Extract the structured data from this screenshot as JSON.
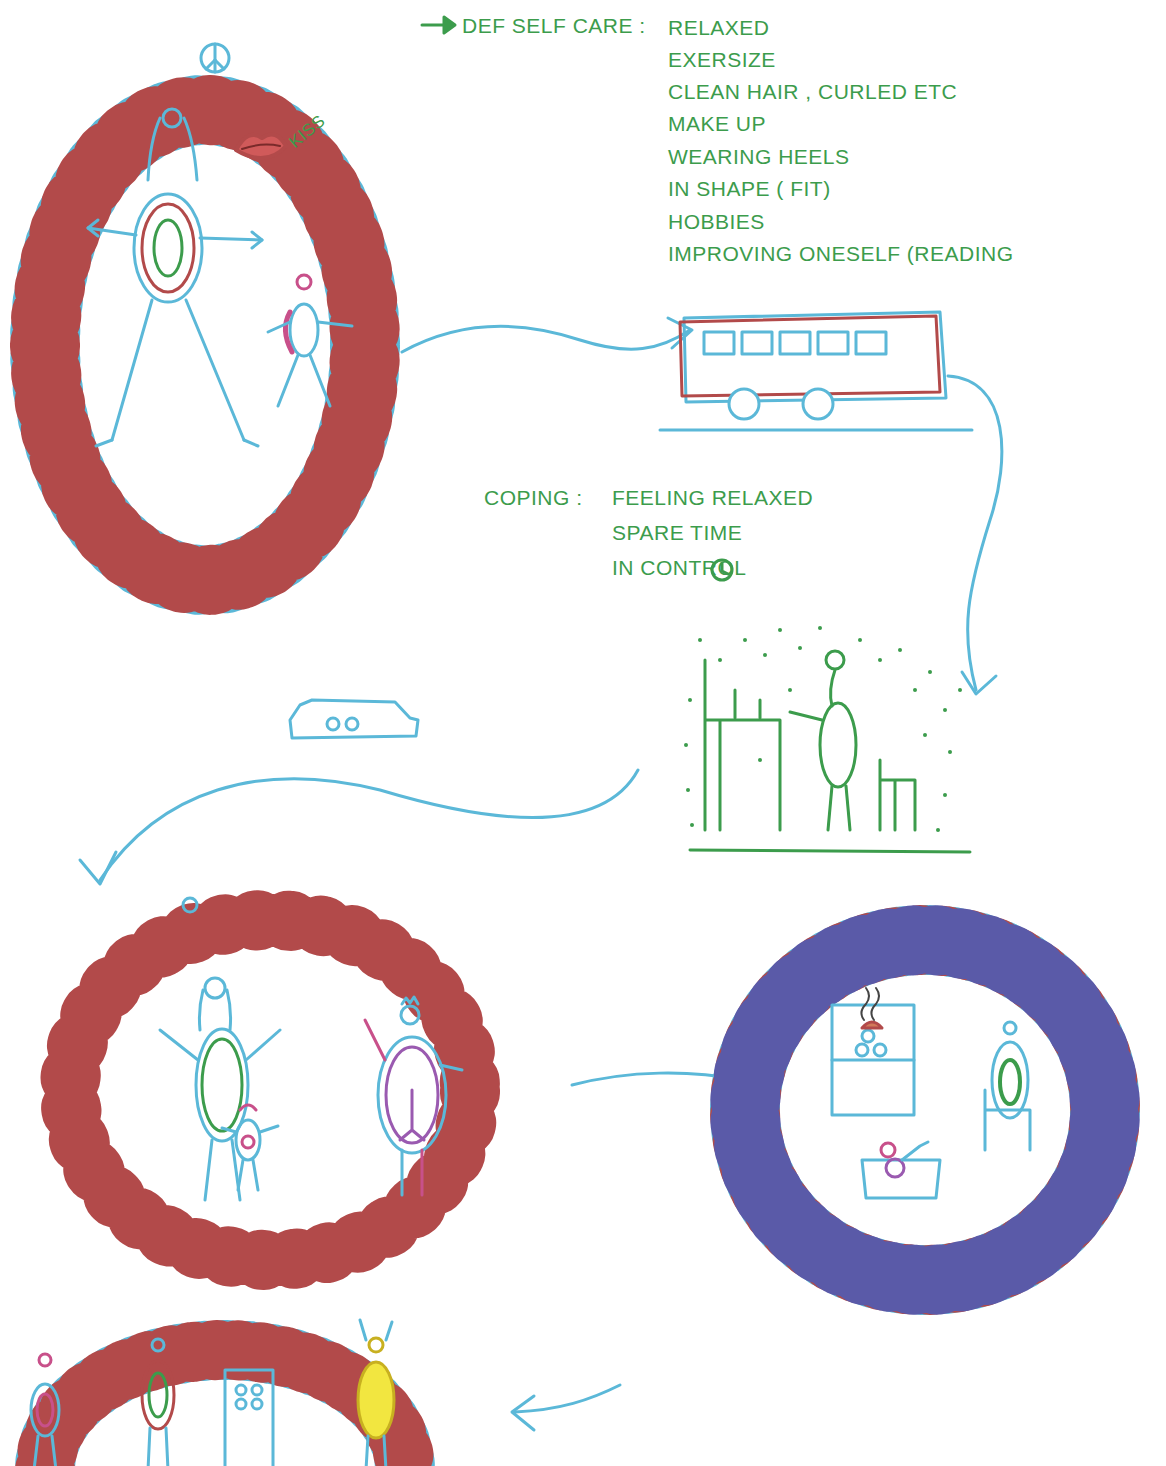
{
  "diagram": {
    "labels": [
      "DEF SELF CARE :",
      "RELAXED",
      "EXERSIZE",
      "CLEAN HAIR , CURLED ETC",
      "MAKE UP",
      "WEARING HEELS",
      "IN SHAPE ( FIT)",
      "HOBBIES",
      "IMPROVING ONESELF (READING",
      "KISS",
      "COPING :",
      "FEELING RELAXED",
      "SPARE TIME",
      "IN CONTROL"
    ]
  }
}
